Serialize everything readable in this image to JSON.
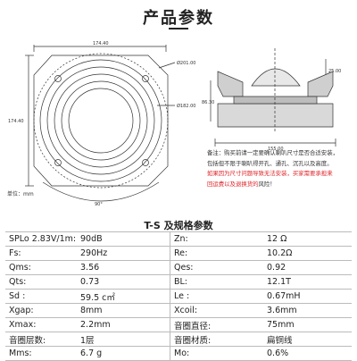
{
  "title": "产品参数",
  "drawing": {
    "top_width": "174.40",
    "left_height": "174.40",
    "outer_dia": "Ø201.00",
    "inner_dia": "Ø182.00",
    "angle": "90°",
    "section_height": "86.30",
    "section_depth": "25.00",
    "section_width": "155.00"
  },
  "note": {
    "line1": "备注：购买前请一定要确认喇叭尺寸是否合适安装，",
    "line2": "包括但不限于喇叭得开孔、通孔、沉孔以及高度。",
    "line3": "如果因为尺寸问题导致无法安装，买家需要承担来",
    "line4_red": "回运费以及退换货的",
    "line4_tail": "风险！"
  },
  "unit": "单位：mm",
  "spec_title": "T-S 及规格参数",
  "specs": [
    {
      "k1": "SPLo 2.83V/1m:",
      "v1": "90dB",
      "k2": "Zn:",
      "v2": "12 Ω"
    },
    {
      "k1": "Fs:",
      "v1": "290Hz",
      "k2": "Re:",
      "v2": "10.2Ω"
    },
    {
      "k1": "Qms:",
      "v1": "3.56",
      "k2": "Qes:",
      "v2": "0.92"
    },
    {
      "k1": "Qts:",
      "v1": "0.73",
      "k2": "BL:",
      "v2": "12.1T"
    },
    {
      "k1": "Sd :",
      "v1": "59.5 c㎡",
      "k2": "Le :",
      "v2": "0.67mH"
    },
    {
      "k1": "Xgap:",
      "v1": "8mm",
      "k2": "Xcoil:",
      "v2": "3.6mm"
    },
    {
      "k1": "Xmax:",
      "v1": "2.2mm",
      "k2": "音圈直径:",
      "v2": "75mm"
    },
    {
      "k1": "音圈层数:",
      "v1": "1层",
      "k2": "音圈材质:",
      "v2": "扁铜线"
    },
    {
      "k1": "Mms:",
      "v1": "6.7 g",
      "k2": "Mo:",
      "v2": "0.6%"
    }
  ]
}
